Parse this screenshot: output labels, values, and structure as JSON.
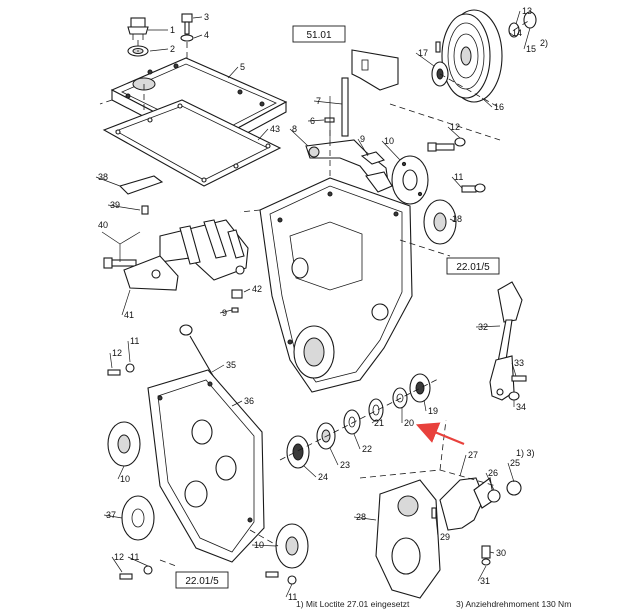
{
  "references": {
    "top": "51.01",
    "right": "22.01/5",
    "bottom": "22.01/5"
  },
  "callouts": [
    {
      "id": "c1",
      "label": "1"
    },
    {
      "id": "c2",
      "label": "2"
    },
    {
      "id": "c3",
      "label": "3"
    },
    {
      "id": "c4",
      "label": "4"
    },
    {
      "id": "c5",
      "label": "5"
    },
    {
      "id": "c6",
      "label": "6"
    },
    {
      "id": "c7",
      "label": "7"
    },
    {
      "id": "c8",
      "label": "8"
    },
    {
      "id": "c9a",
      "label": "9"
    },
    {
      "id": "c9b",
      "label": "9"
    },
    {
      "id": "c10a",
      "label": "10"
    },
    {
      "id": "c10b",
      "label": "10"
    },
    {
      "id": "c10c",
      "label": "10"
    },
    {
      "id": "c11a",
      "label": "11"
    },
    {
      "id": "c11b",
      "label": "11"
    },
    {
      "id": "c11c",
      "label": "11"
    },
    {
      "id": "c11d",
      "label": "11"
    },
    {
      "id": "c12a",
      "label": "12"
    },
    {
      "id": "c12b",
      "label": "12"
    },
    {
      "id": "c12c",
      "label": "12"
    },
    {
      "id": "c13",
      "label": "13"
    },
    {
      "id": "c14",
      "label": "14"
    },
    {
      "id": "c15",
      "label": "15"
    },
    {
      "id": "c16",
      "label": "16"
    },
    {
      "id": "c17",
      "label": "17"
    },
    {
      "id": "c18",
      "label": "18"
    },
    {
      "id": "c19",
      "label": "19"
    },
    {
      "id": "c20",
      "label": "20"
    },
    {
      "id": "c21",
      "label": "21"
    },
    {
      "id": "c22",
      "label": "22"
    },
    {
      "id": "c23",
      "label": "23"
    },
    {
      "id": "c24",
      "label": "24"
    },
    {
      "id": "c25",
      "label": "25"
    },
    {
      "id": "c26",
      "label": "26"
    },
    {
      "id": "c27",
      "label": "27"
    },
    {
      "id": "c28",
      "label": "28"
    },
    {
      "id": "c29",
      "label": "29"
    },
    {
      "id": "c30",
      "label": "30"
    },
    {
      "id": "c31",
      "label": "31"
    },
    {
      "id": "c32",
      "label": "32"
    },
    {
      "id": "c33",
      "label": "33"
    },
    {
      "id": "c34",
      "label": "34"
    },
    {
      "id": "c35",
      "label": "35"
    },
    {
      "id": "c36",
      "label": "36"
    },
    {
      "id": "c37",
      "label": "37"
    },
    {
      "id": "c38",
      "label": "38"
    },
    {
      "id": "c39",
      "label": "39"
    },
    {
      "id": "c40",
      "label": "40"
    },
    {
      "id": "c41",
      "label": "41"
    },
    {
      "id": "c42",
      "label": "42"
    },
    {
      "id": "c43",
      "label": "43"
    },
    {
      "id": "c2fn",
      "label": "2)"
    },
    {
      "id": "c13fn",
      "label": "1) 3)"
    }
  ],
  "footnotes": {
    "note1": "1)  Mit Loctite 27.01 eingesetzt",
    "note3": "3)  Anziehdrehmoment 130 Nm"
  },
  "colors": {
    "lines": "#1a1a1a",
    "highlight_arrow": "#e8413c"
  }
}
